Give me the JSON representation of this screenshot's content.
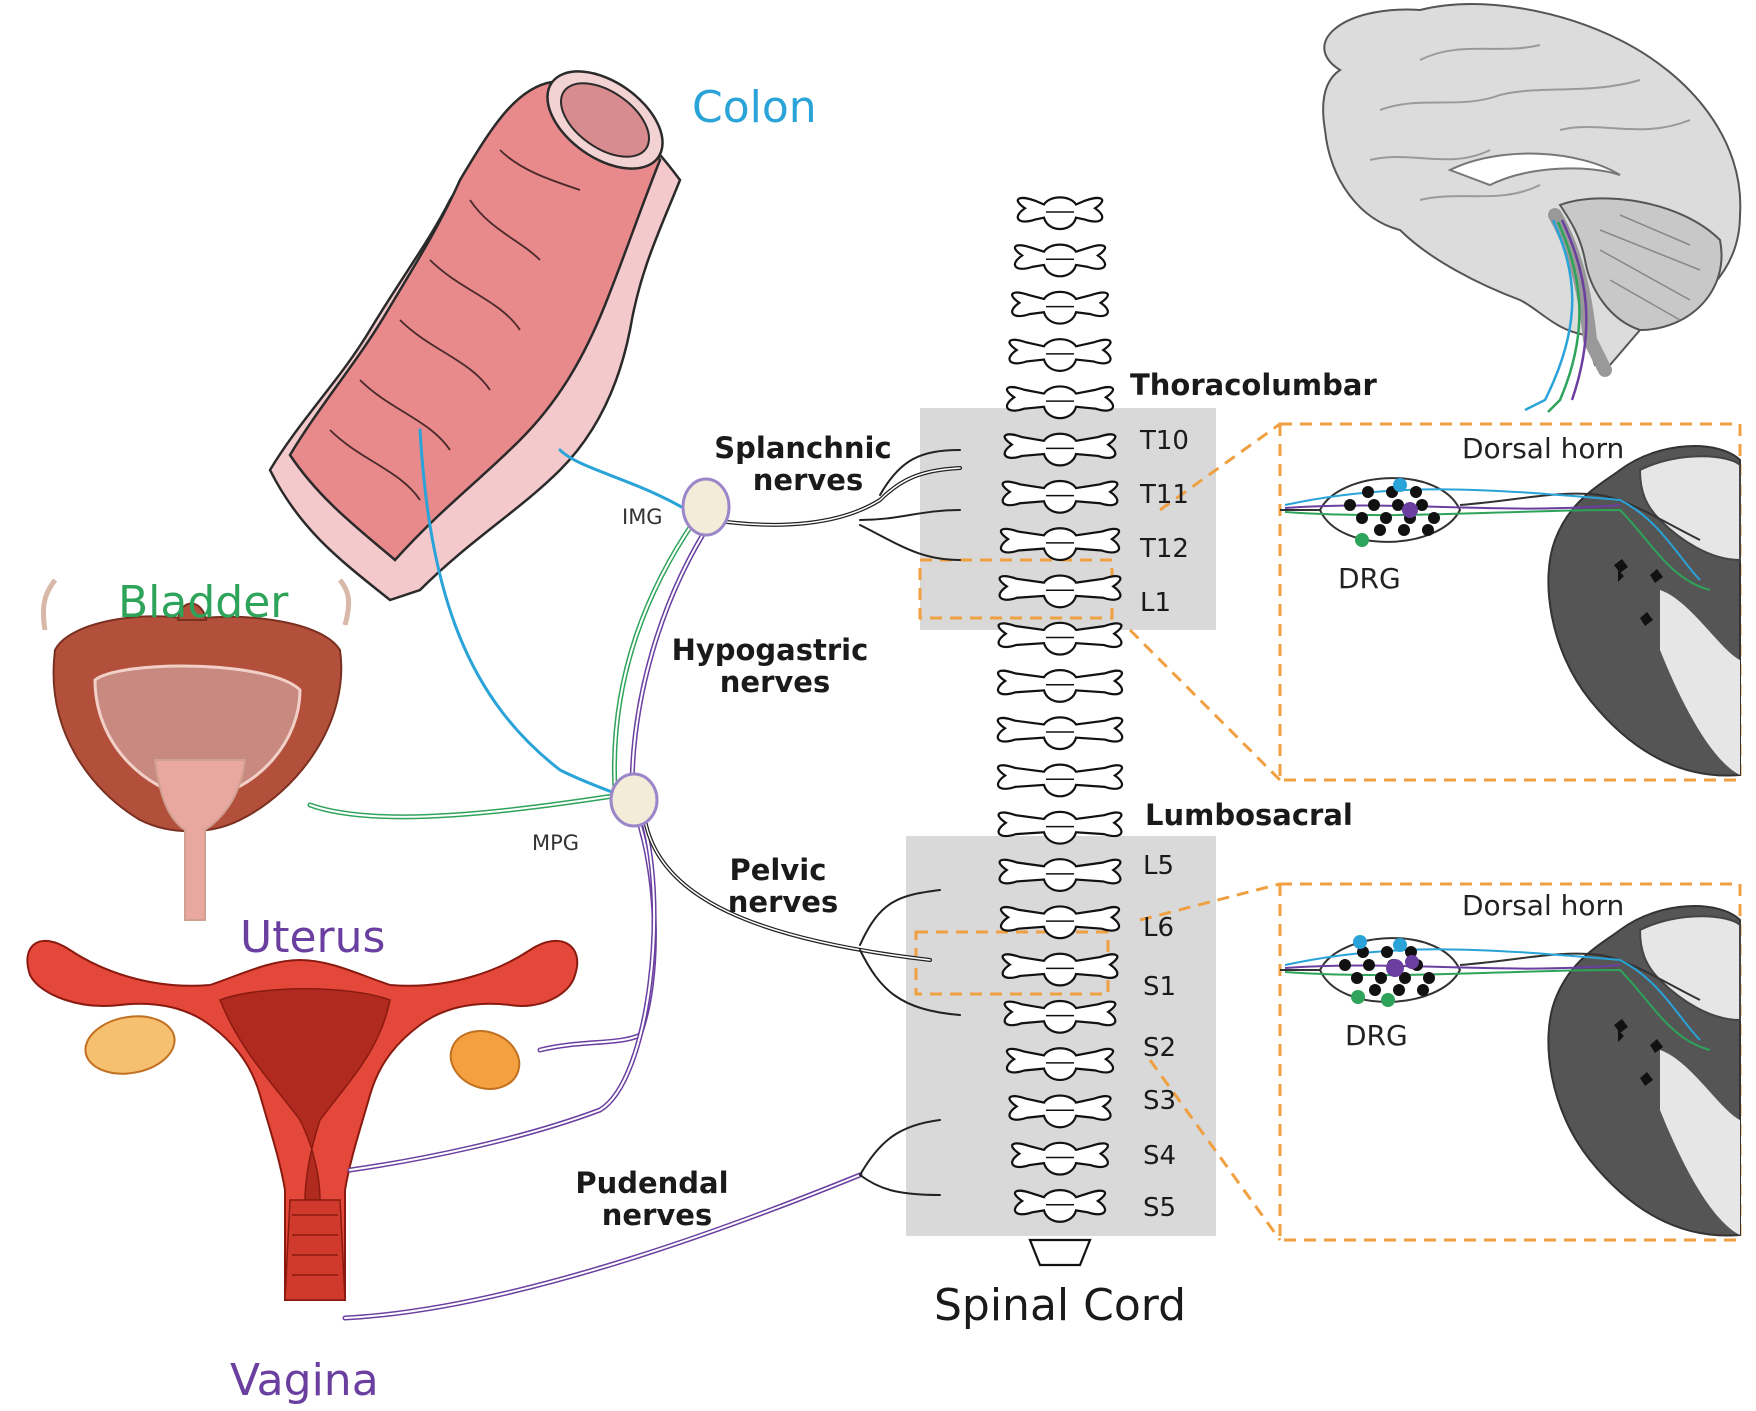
{
  "organs": {
    "colon": "Colon",
    "bladder": "Bladder",
    "uterus": "Uterus",
    "vagina": "Vagina"
  },
  "ganglia": {
    "img": "IMG",
    "mpg": "MPG"
  },
  "nerves": {
    "splanchnic": [
      "Splanchnic",
      "nerves"
    ],
    "hypogastric": [
      "Hypogastric",
      "nerves"
    ],
    "pelvic": [
      "Pelvic",
      "nerves"
    ],
    "pudendal": [
      "Pudendal",
      "nerves"
    ]
  },
  "spinal": {
    "title": "Spinal Cord",
    "thoracolumbar": {
      "label": "Thoracolumbar",
      "levels": [
        "T10",
        "T11",
        "T12",
        "L1"
      ]
    },
    "lumbosacral": {
      "label": "Lumbosacral",
      "levels": [
        "L5",
        "L6",
        "S1",
        "S2",
        "S3",
        "S4",
        "S5"
      ]
    }
  },
  "insets": [
    {
      "drg": "DRG",
      "horn": "Dorsal horn"
    },
    {
      "drg": "DRG",
      "horn": "Dorsal horn"
    }
  ],
  "colors": {
    "colon": "#29a3d8",
    "bladder": "#2ea35a",
    "uterus": "#6a3fa0",
    "inset_border": "#f0a040",
    "highlight_box": "#d9d9d9",
    "pink": "#e8898c",
    "bladder_fill": "#b2503b",
    "uterus_fill": "#e4483a"
  }
}
